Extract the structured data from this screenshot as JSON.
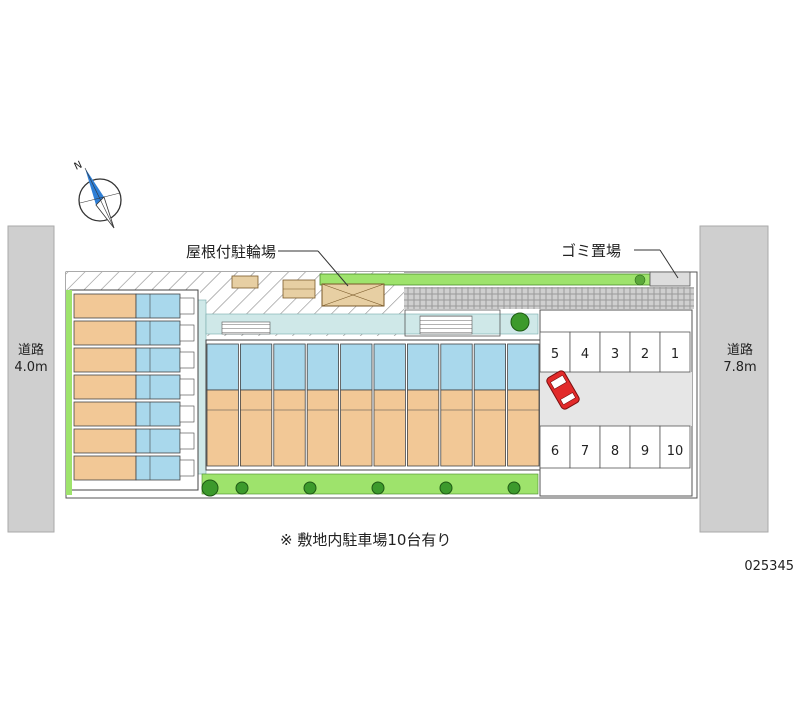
{
  "roads": {
    "left": {
      "line1": "道路",
      "line2": "4.0m"
    },
    "right": {
      "line1": "道路",
      "line2": "7.8m"
    }
  },
  "labels": {
    "bicycle_parking": "屋根付駐輪場",
    "garbage_area": "ゴミ置場",
    "parking_note": "※ 敷地内駐車場10台有り",
    "property_code": "025345"
  },
  "compass": {
    "north_label": "N"
  },
  "parking": {
    "top_row": [
      "5",
      "4",
      "3",
      "2",
      "1"
    ],
    "bottom_row": [
      "6",
      "7",
      "8",
      "9",
      "10"
    ]
  },
  "colors": {
    "road": "#cfcfcf",
    "unit_floor": "#f2c896",
    "bath_blue": "#a9d8ec",
    "common_area": "#cfe8e8",
    "green": "#9ee36c",
    "parking_asphalt": "#e6e6e6",
    "car": "#e22a2a"
  }
}
